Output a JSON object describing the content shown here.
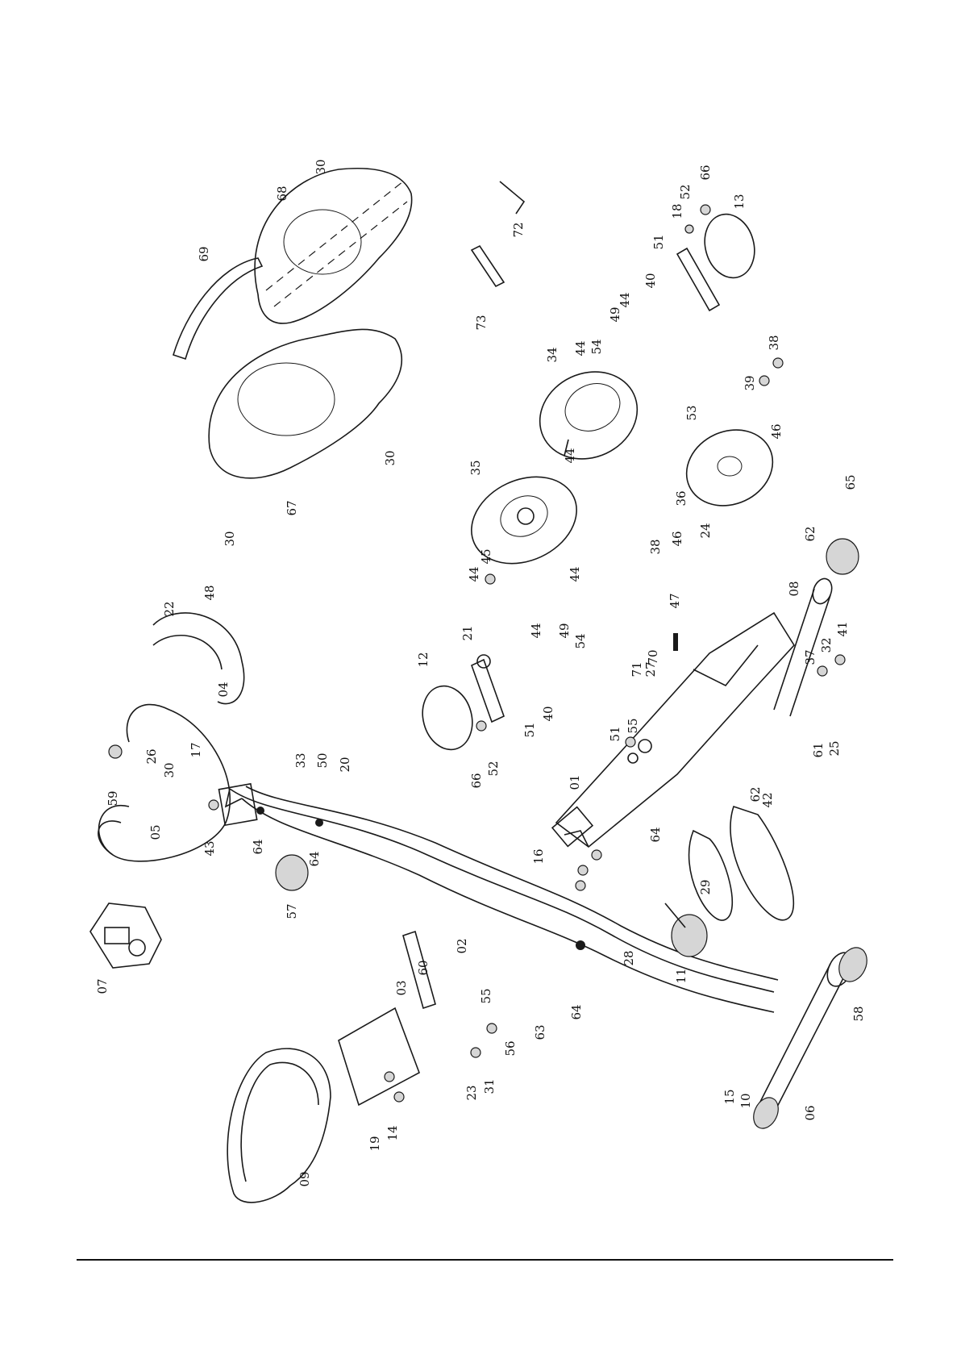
{
  "diagram": {
    "callouts": [
      "01",
      "02",
      "03",
      "04",
      "05",
      "06",
      "07",
      "08",
      "09",
      "10",
      "11",
      "12",
      "13",
      "14",
      "15",
      "16",
      "17",
      "18",
      "19",
      "20",
      "21",
      "22",
      "23",
      "24",
      "25",
      "26",
      "27",
      "28",
      "29",
      "30",
      "31",
      "32",
      "33",
      "34",
      "35",
      "36",
      "37",
      "38",
      "39",
      "40",
      "41",
      "42",
      "43",
      "44",
      "45",
      "46",
      "47",
      "48",
      "49",
      "50",
      "51",
      "52",
      "53",
      "54",
      "55",
      "56",
      "57",
      "58",
      "59",
      "60",
      "61",
      "62",
      "63",
      "64",
      "65",
      "66",
      "67",
      "68",
      "69",
      "70",
      "71",
      "72",
      "73"
    ]
  }
}
